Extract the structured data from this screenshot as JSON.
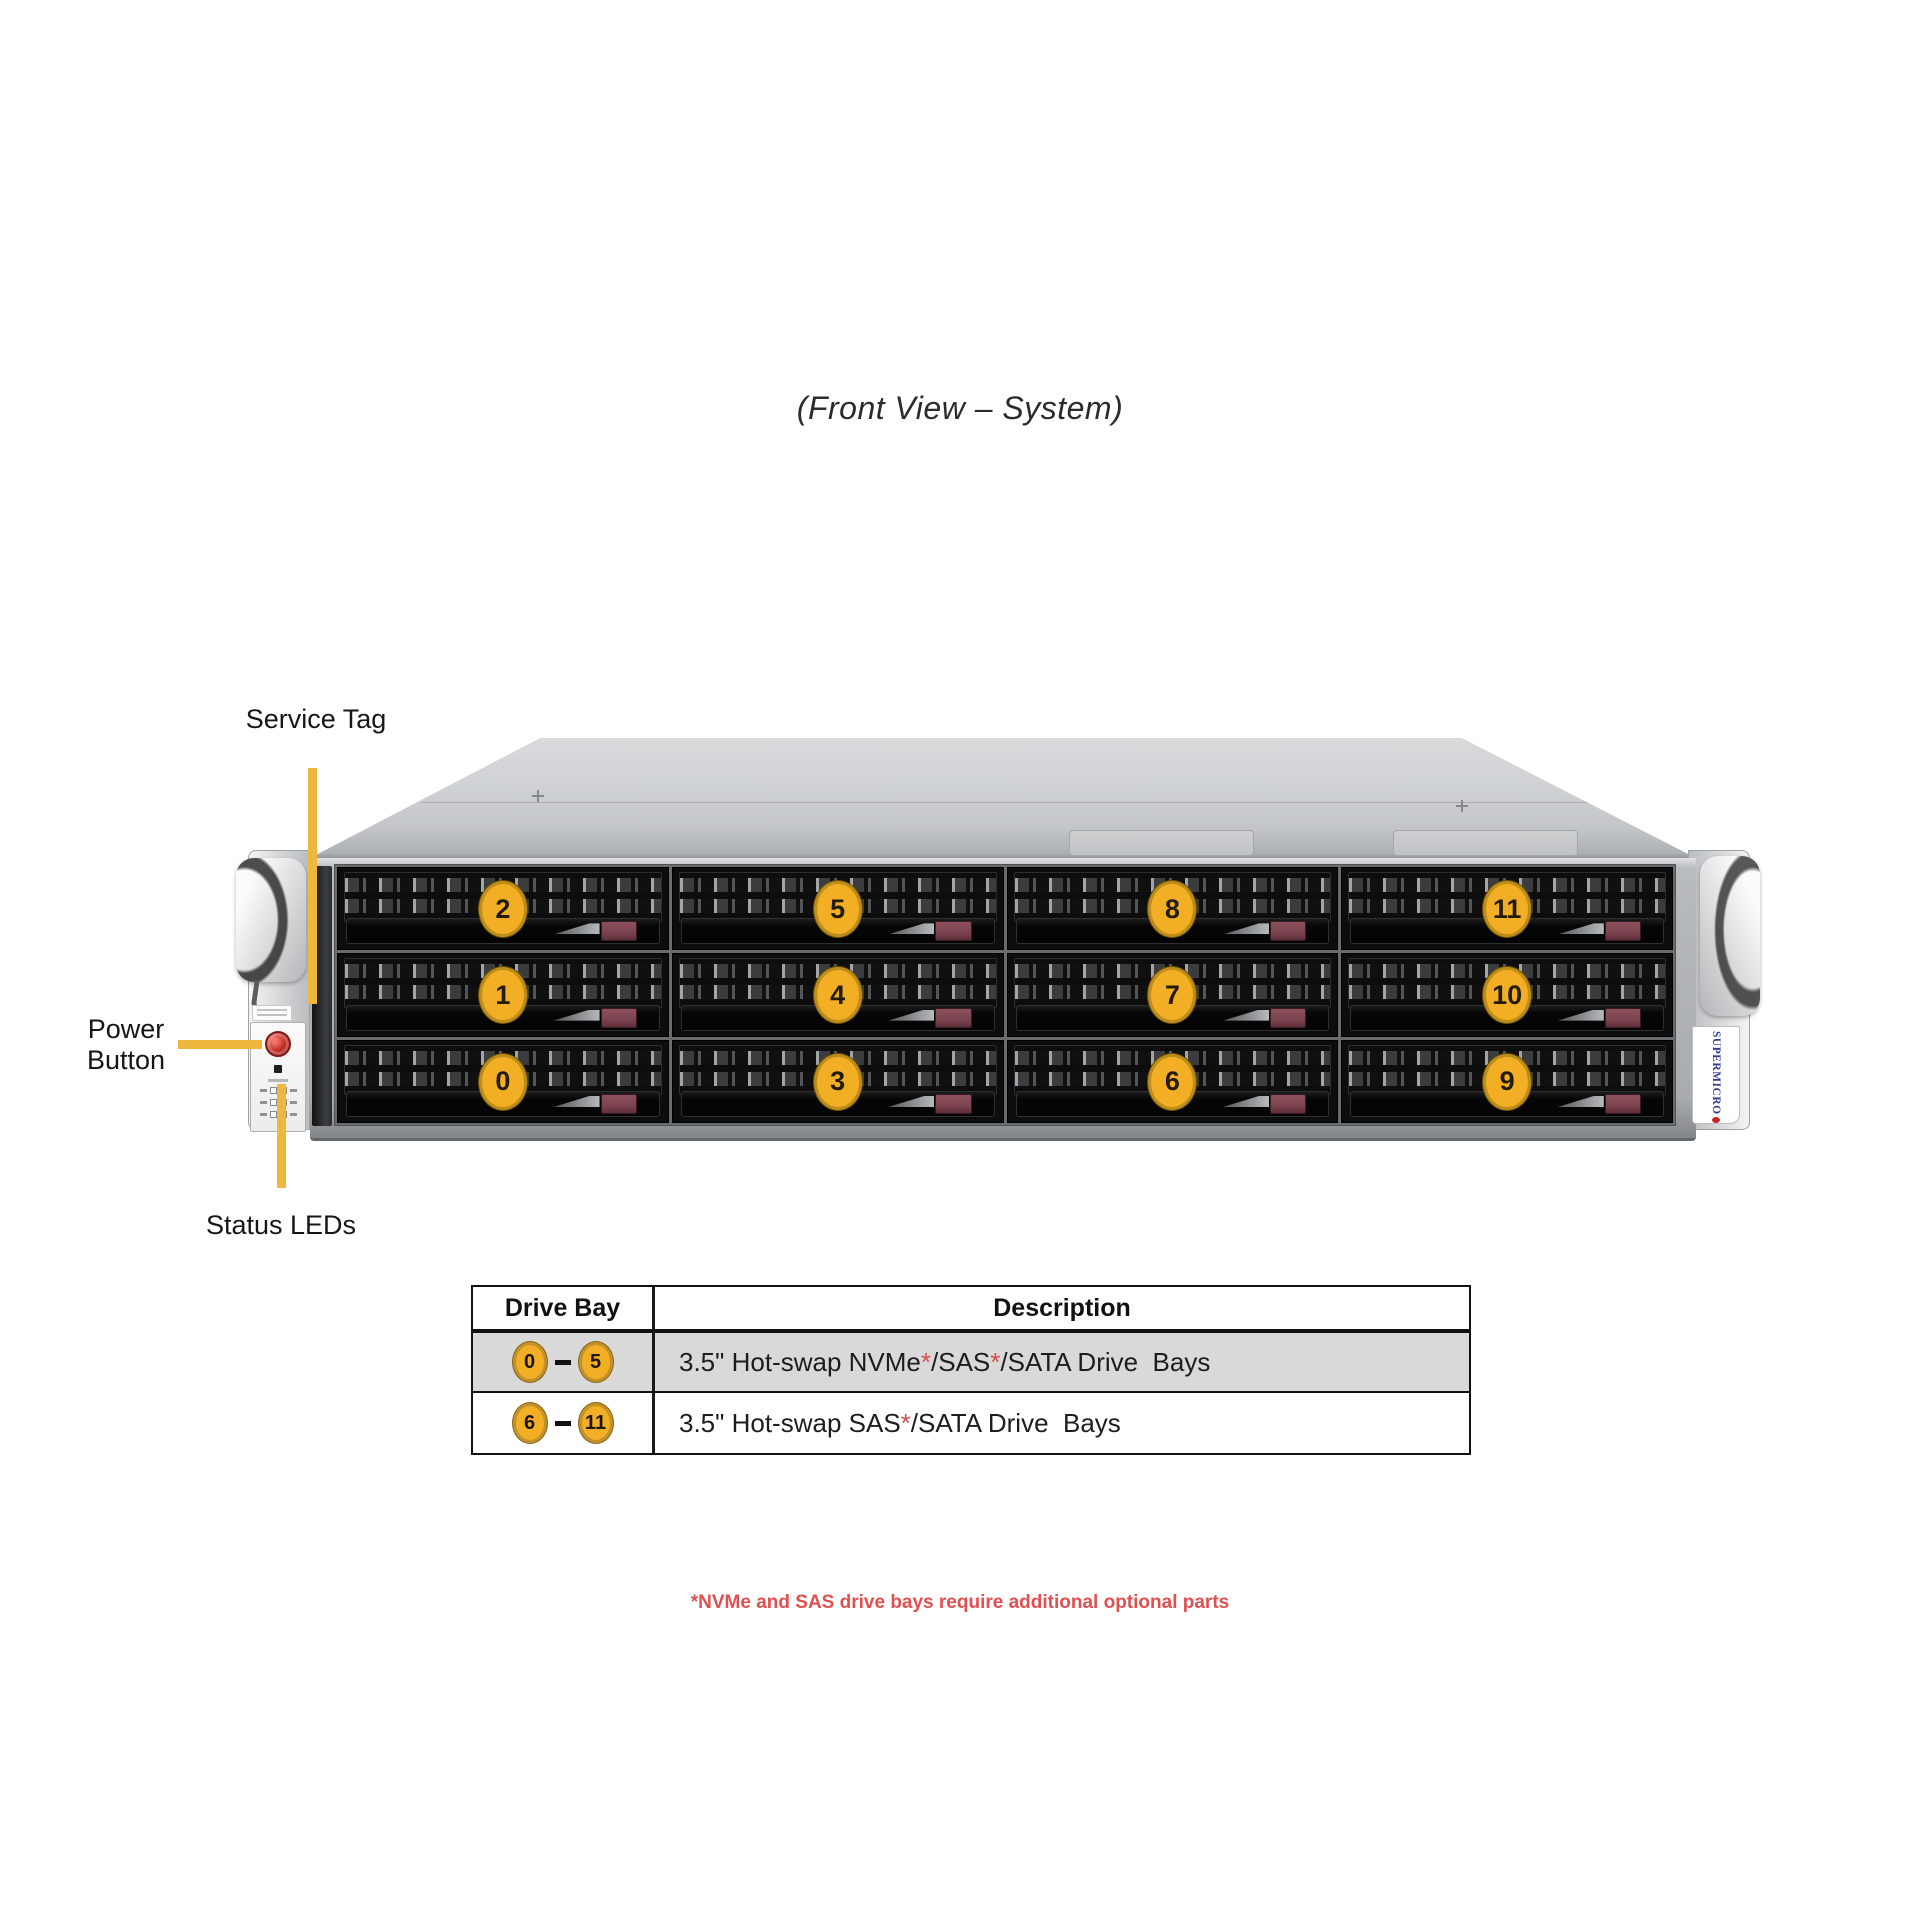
{
  "title": "(Front View – System)",
  "callouts": {
    "service_tag": "Service Tag",
    "power_line1": "Power",
    "power_line2": "Button",
    "status_leds": "Status LEDs"
  },
  "server": {
    "logo": "SUPERMICRO",
    "drive_rows": [
      [
        2,
        5,
        8,
        11
      ],
      [
        1,
        4,
        7,
        10
      ],
      [
        0,
        3,
        6,
        9
      ]
    ]
  },
  "table": {
    "headers": [
      "Drive Bay",
      "Description"
    ],
    "rows": [
      {
        "from": "0",
        "to": "5",
        "shaded": true,
        "description": [
          {
            "text": "3.5\" Hot-swap NVMe"
          },
          {
            "text": "*",
            "red": true
          },
          {
            "text": "/SAS"
          },
          {
            "text": "*",
            "red": true
          },
          {
            "text": "/SATA Drive  Bays"
          }
        ]
      },
      {
        "from": "6",
        "to": "11",
        "shaded": false,
        "description": [
          {
            "text": "3.5\" Hot-swap SAS"
          },
          {
            "text": "*",
            "red": true
          },
          {
            "text": "/SATA Drive  Bays"
          }
        ]
      }
    ]
  },
  "footnote": "*NVMe and SAS drive bays require additional optional parts",
  "colors": {
    "callout_line": "#EFB73E",
    "badge_fill": "#F2AF25",
    "accent_red": "#D94A4A",
    "footnote_red": "#E05050",
    "logo_blue": "#2F3C8E",
    "logo_dot": "#C4242B",
    "row_shade": "#D9D9D9",
    "latch_button": "#7C4350"
  }
}
